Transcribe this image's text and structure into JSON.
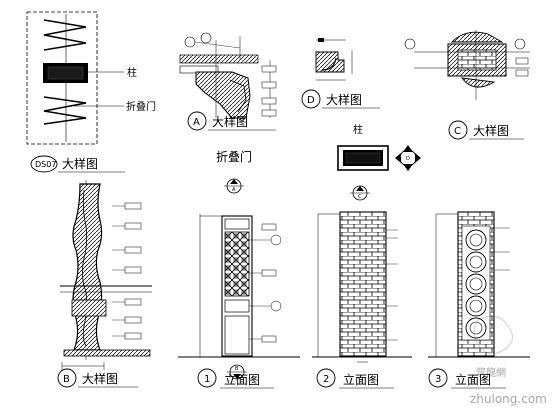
{
  "labels": {
    "column": "柱",
    "column_top": "柱",
    "folding_door": "折叠门",
    "folding_door_top": "折叠门",
    "large_detail": "大样图",
    "elevation": "立面图"
  },
  "detail_callouts": {
    "a": {
      "letter": "A",
      "title": "大样图"
    },
    "b": {
      "letter": "B",
      "title": "大样图"
    },
    "c": {
      "letter": "C",
      "title": "大样图"
    },
    "d": {
      "letter": "D",
      "title": "大样图"
    },
    "ds07": {
      "letter": "DS07",
      "title": "大样图"
    }
  },
  "elevations": [
    {
      "number": "1",
      "title": "立面图"
    },
    {
      "number": "2",
      "title": "立面图"
    },
    {
      "number": "3",
      "title": "立面图"
    }
  ],
  "section_markers": {
    "a": "A",
    "b": "B",
    "c": "C",
    "d": "D"
  },
  "watermark": {
    "site": "zhulong.com",
    "brand": "筑龍網"
  }
}
